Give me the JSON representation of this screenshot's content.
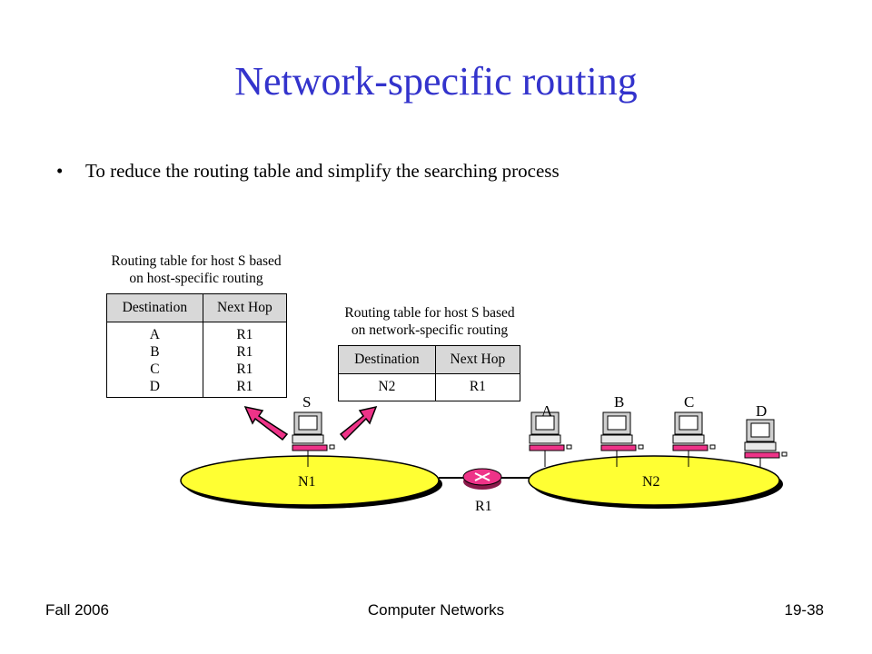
{
  "slide": {
    "title": "Network-specific routing",
    "bullet": "To reduce the routing table and simplify the searching process"
  },
  "diagram": {
    "host_table": {
      "caption_line1": "Routing table for host S based",
      "caption_line2": "on host-specific routing",
      "headers": [
        "Destination",
        "Next Hop"
      ],
      "rows": [
        [
          "A",
          "R1"
        ],
        [
          "B",
          "R1"
        ],
        [
          "C",
          "R1"
        ],
        [
          "D",
          "R1"
        ]
      ]
    },
    "network_table": {
      "caption_line1": "Routing table for host S based",
      "caption_line2": "on network-specific routing",
      "headers": [
        "Destination",
        "Next Hop"
      ],
      "rows": [
        [
          "N2",
          "R1"
        ]
      ]
    },
    "labels": {
      "host_s": "S",
      "host_a": "A",
      "host_b": "B",
      "host_c": "C",
      "host_d": "D",
      "network_1": "N1",
      "network_2": "N2",
      "router": "R1"
    },
    "colors": {
      "network_fill": "#ffff33",
      "router_fill": "#ee3388",
      "arrow_fill": "#ee3388",
      "title": "#3333cc"
    }
  },
  "footer": {
    "left": "Fall 2006",
    "center": "Computer Networks",
    "right": "19-38"
  }
}
